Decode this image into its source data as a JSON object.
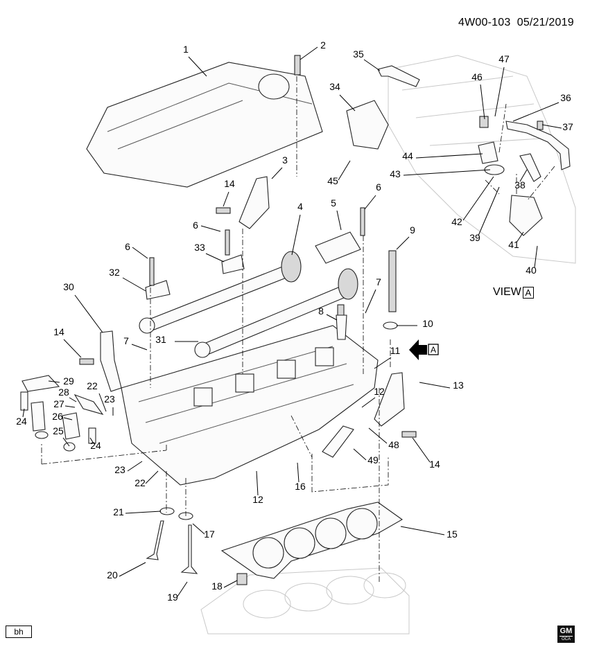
{
  "header": {
    "diagram_id": "4W00-103",
    "date": "05/21/2019"
  },
  "view": {
    "label": "VIEW",
    "letter": "A"
  },
  "arrow_letter": "A",
  "footer": {
    "badge": "bh",
    "logo_top": "GM",
    "logo_bottom": "OCA"
  },
  "callouts": [
    {
      "id": "c1",
      "num": "1"
    },
    {
      "id": "c2",
      "num": "2"
    },
    {
      "id": "c3",
      "num": "3"
    },
    {
      "id": "c4",
      "num": "4"
    },
    {
      "id": "c5",
      "num": "5"
    },
    {
      "id": "c6a",
      "num": "6"
    },
    {
      "id": "c6b",
      "num": "6"
    },
    {
      "id": "c6c",
      "num": "6"
    },
    {
      "id": "c7a",
      "num": "7"
    },
    {
      "id": "c7b",
      "num": "7"
    },
    {
      "id": "c8",
      "num": "8"
    },
    {
      "id": "c9",
      "num": "9"
    },
    {
      "id": "c10",
      "num": "10"
    },
    {
      "id": "c11",
      "num": "11"
    },
    {
      "id": "c12a",
      "num": "12"
    },
    {
      "id": "c12b",
      "num": "12"
    },
    {
      "id": "c13",
      "num": "13"
    },
    {
      "id": "c14a",
      "num": "14"
    },
    {
      "id": "c14b",
      "num": "14"
    },
    {
      "id": "c14c",
      "num": "14"
    },
    {
      "id": "c15",
      "num": "15"
    },
    {
      "id": "c16",
      "num": "16"
    },
    {
      "id": "c17",
      "num": "17"
    },
    {
      "id": "c18",
      "num": "18"
    },
    {
      "id": "c19",
      "num": "19"
    },
    {
      "id": "c20",
      "num": "20"
    },
    {
      "id": "c21",
      "num": "21"
    },
    {
      "id": "c22a",
      "num": "22"
    },
    {
      "id": "c22b",
      "num": "22"
    },
    {
      "id": "c23a",
      "num": "23"
    },
    {
      "id": "c23b",
      "num": "23"
    },
    {
      "id": "c24a",
      "num": "24"
    },
    {
      "id": "c24b",
      "num": "24"
    },
    {
      "id": "c25",
      "num": "25"
    },
    {
      "id": "c26",
      "num": "26"
    },
    {
      "id": "c27",
      "num": "27"
    },
    {
      "id": "c28",
      "num": "28"
    },
    {
      "id": "c29",
      "num": "29"
    },
    {
      "id": "c30",
      "num": "30"
    },
    {
      "id": "c31",
      "num": "31"
    },
    {
      "id": "c32",
      "num": "32"
    },
    {
      "id": "c33",
      "num": "33"
    },
    {
      "id": "c34",
      "num": "34"
    },
    {
      "id": "c35",
      "num": "35"
    },
    {
      "id": "c36",
      "num": "36"
    },
    {
      "id": "c37",
      "num": "37"
    },
    {
      "id": "c38",
      "num": "38"
    },
    {
      "id": "c39",
      "num": "39"
    },
    {
      "id": "c40",
      "num": "40"
    },
    {
      "id": "c41",
      "num": "41"
    },
    {
      "id": "c42",
      "num": "42"
    },
    {
      "id": "c43",
      "num": "43"
    },
    {
      "id": "c44",
      "num": "44"
    },
    {
      "id": "c45",
      "num": "45"
    },
    {
      "id": "c46",
      "num": "46"
    },
    {
      "id": "c47",
      "num": "47"
    },
    {
      "id": "c48",
      "num": "48"
    },
    {
      "id": "c49",
      "num": "49"
    }
  ]
}
